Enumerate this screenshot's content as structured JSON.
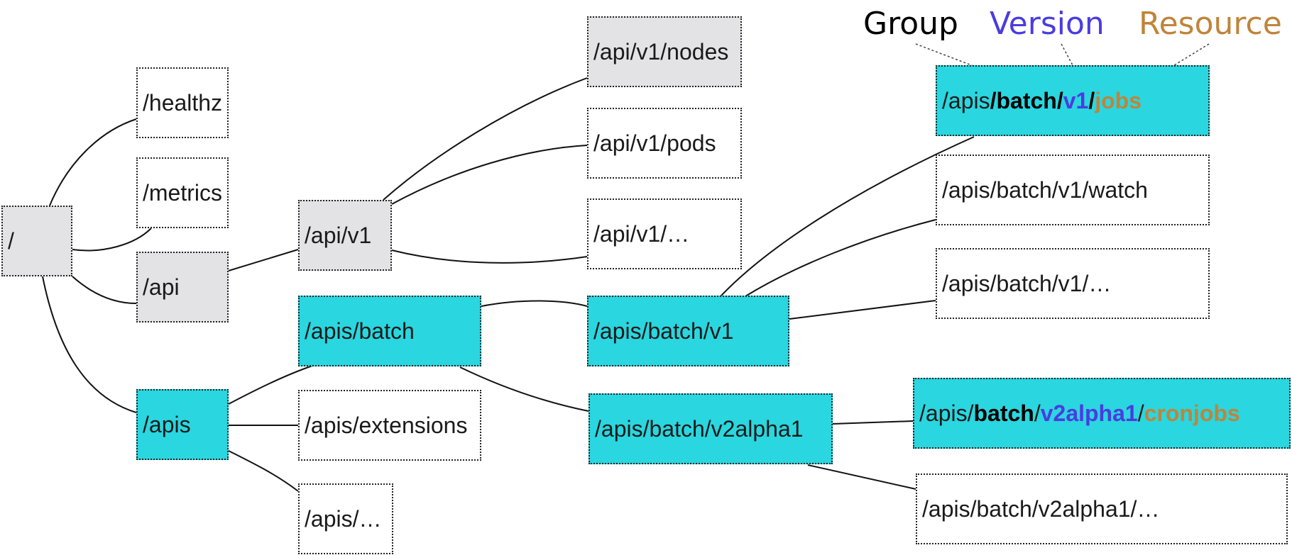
{
  "colors": {
    "gray_fill": "#e3e3e5",
    "cyan_fill": "#2ad6df",
    "version_blue": "#4a3ce0",
    "resource_orange": "#c0843a",
    "group_black": "#000000"
  },
  "legend": {
    "group": "Group",
    "version": "Version",
    "resource": "Resource"
  },
  "nodes": {
    "root": "/",
    "healthz": "/healthz",
    "metrics": "/metrics",
    "api": "/api",
    "apis": "/apis",
    "api_v1": "/api/v1",
    "apis_batch": "/apis/batch",
    "apis_extensions": "/apis/extensions",
    "apis_etc": "/apis/…",
    "api_v1_nodes": "/api/v1/nodes",
    "api_v1_pods": "/api/v1/pods",
    "api_v1_etc": "/api/v1/…",
    "apis_batch_v1": "/apis/batch/v1",
    "apis_batch_v2alpha1": "/apis/batch/v2alpha1",
    "jobs_path": {
      "prefix": "/apis",
      "group": "/batch/",
      "version": "v1",
      "sep": "/",
      "resource": "jobs"
    },
    "watch": "/apis/batch/v1/watch",
    "batch_v1_etc": "/apis/batch/v1/…",
    "cronjobs_path": {
      "prefix": "/apis/",
      "group": "batch",
      "sep1": "/",
      "version": "v2alpha1",
      "sep2": "/",
      "resource": "cronjobs"
    },
    "batch_v2alpha1_etc": "/apis/batch/v2alpha1/…"
  }
}
